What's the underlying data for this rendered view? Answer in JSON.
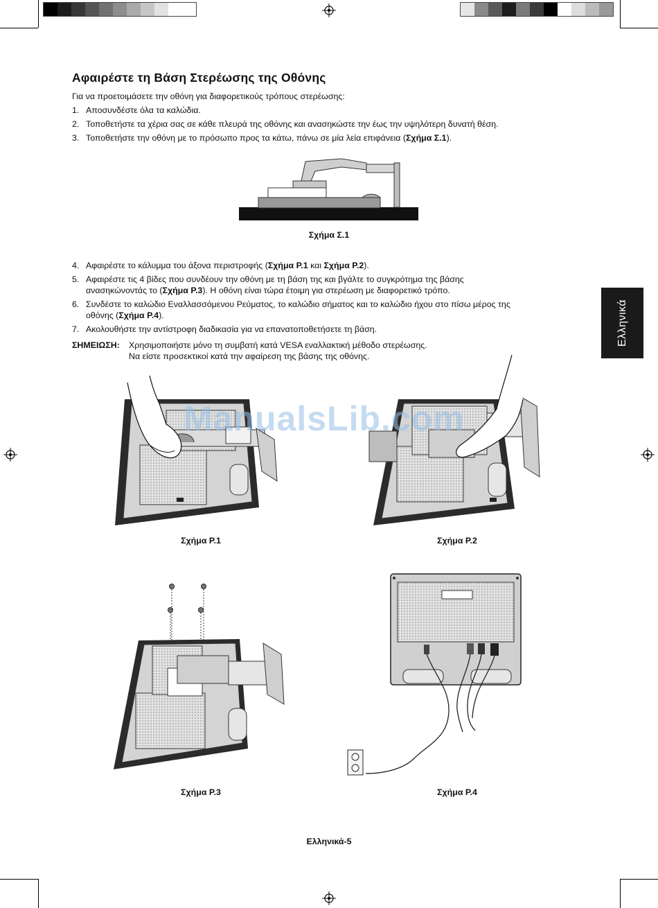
{
  "page": {
    "title": "Αφαιρέστε τη Βάση Στερέωσης της Οθόνης",
    "intro": "Για να προετοιμάσετε την οθόνη για διαφορετικούς τρόπους στερέωσης:",
    "side_tab": "Ελληνικά",
    "footer": "Ελληνικά-5",
    "watermark": "ManualsLib.com"
  },
  "steps": [
    {
      "num": "1.",
      "text": "Αποσυνδέστε όλα τα καλώδια."
    },
    {
      "num": "2.",
      "text": "Τοποθετήστε τα χέρια σας σε κάθε πλευρά της οθόνης και ανασηκώστε την έως την υψηλότερη δυνατή θέση."
    },
    {
      "num": "3.",
      "pre": "Τοποθετήστε την οθόνη με το πρόσωπο προς τα κάτω, πάνω σε μία λεία επιφάνεια (",
      "ref": "Σχήμα Σ.1",
      "post": ")."
    },
    {
      "num": "4.",
      "pre": "Αφαιρέστε το κάλυμμα του άξονα περιστροφής (",
      "ref": "Σχήμα P.1",
      "mid": " και ",
      "ref2": "Σχήμα P.2",
      "post": ")."
    },
    {
      "num": "5.",
      "line1": "Αφαιρέστε τις 4 βίδες που συνδέουν την οθόνη με τη βάση της και βγάλτε το συγκρότημα της βάσης",
      "pre": "ανασηκώνοντάς το (",
      "ref": "Σχήμα P.3",
      "post": "). Η οθόνη είναι τώρα έτοιμη για στερέωση με διαφορετικό τρόπο."
    },
    {
      "num": "6.",
      "line1": "Συνδέστε το καλώδιο Εναλλασσόμενου Ρεύματος, το καλώδιο σήματος και το καλώδιο ήχου στο πίσω μέρος της",
      "pre": "οθόνης (",
      "ref": "Σχήμα P.4",
      "post": ")."
    },
    {
      "num": "7.",
      "text": "Ακολουθήστε την αντίστροφη διαδικασία για να επανατοποθετήσετε τη βάση."
    }
  ],
  "note": {
    "label": "ΣΗΜΕΙΩΣΗ:",
    "line1": "Χρησιμοποιήστε μόνο τη συμβατή κατά VESA εναλλακτική μέθοδο στερέωσης.",
    "line2": "Να είστε προσεκτικοί κατά την αφαίρεση της βάσης της οθόνης."
  },
  "figures": {
    "s1": "Σχήμα Σ.1",
    "p1": "Σχήμα P.1",
    "p2": "Σχήμα P.2",
    "p3": "Σχήμα P.3",
    "p4": "Σχήμα P.4"
  },
  "colors": {
    "tab_bg": "#1a1a1a",
    "monitor_bezel": "#2b2b2b",
    "panel_gray": "#d9d9d9"
  }
}
